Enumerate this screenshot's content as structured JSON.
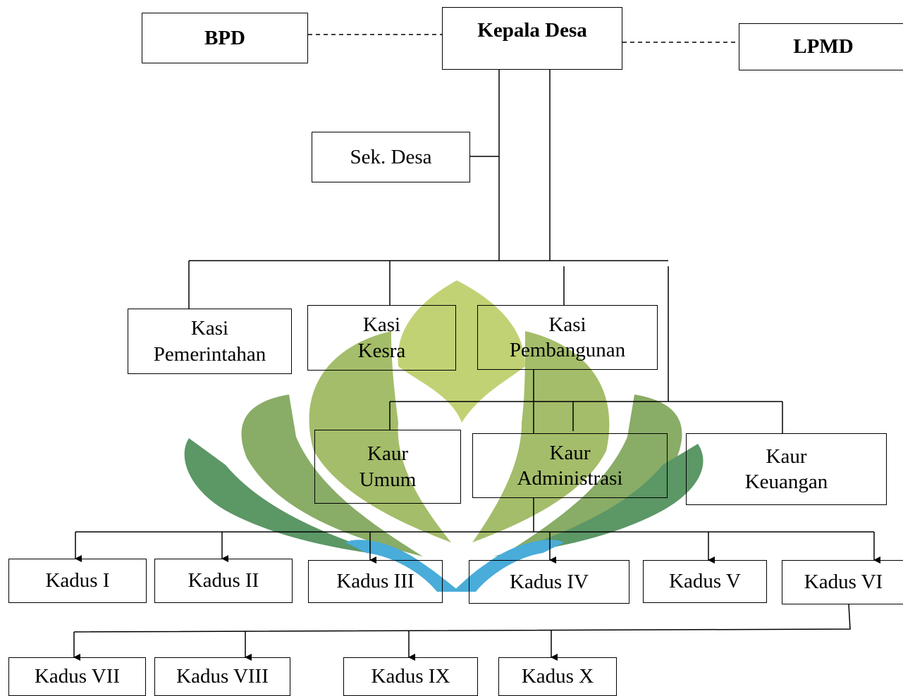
{
  "diagram": {
    "top": {
      "bpd": "BPD",
      "kepala_desa": "Kepala Desa",
      "lpmd": "LPMD"
    },
    "sekretaris": "Sek. Desa",
    "kasi": [
      {
        "line1": "Kasi",
        "line2": "Pemerintahan"
      },
      {
        "line1": "Kasi",
        "line2": "Kesra"
      },
      {
        "line1": "Kasi",
        "line2": "Pembangunan"
      }
    ],
    "kaur": [
      {
        "line1": "Kaur",
        "line2": "Umum"
      },
      {
        "line1": "Kaur",
        "line2": "Administrasi"
      },
      {
        "line1": "Kaur",
        "line2": "Keuangan"
      }
    ],
    "kadus_row1": [
      "Kadus I",
      "Kadus II",
      "Kadus III",
      "Kadus IV",
      "Kadus V",
      "Kadus VI"
    ],
    "kadus_row2": [
      "Kadus VII",
      "Kadus VIII",
      "Kadus IX",
      "Kadus X"
    ]
  },
  "colors": {
    "watermark_dark_green": "#4f8f5a",
    "watermark_mid_green": "#8fae55",
    "watermark_light_green": "#bccf6a",
    "watermark_blue": "#3aa6d6"
  }
}
